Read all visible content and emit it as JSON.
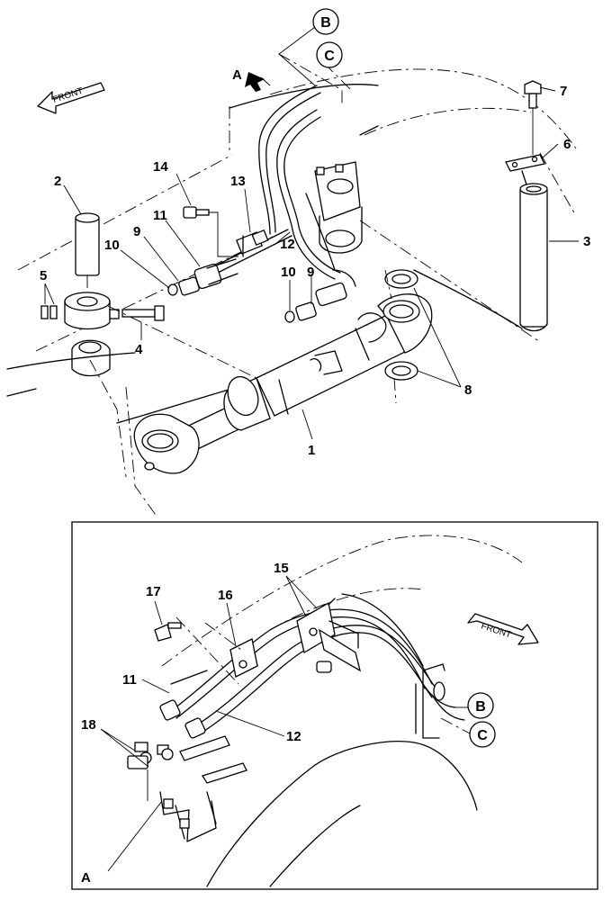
{
  "labels": {
    "front": "FRONT",
    "view_letter": "A",
    "hose_b": "B",
    "hose_c": "C"
  },
  "callouts": {
    "p1": "1",
    "p2": "2",
    "p3": "3",
    "p4": "4",
    "p5": "5",
    "p6": "6",
    "p7": "7",
    "p8": "8",
    "p9a": "9",
    "p9b": "9",
    "p10a": "10",
    "p10b": "10",
    "p11": "11",
    "p12": "12",
    "p13": "13",
    "p14": "14",
    "d11": "11",
    "d12": "12",
    "d15": "15",
    "d16": "16",
    "d17": "17",
    "d18": "18"
  }
}
